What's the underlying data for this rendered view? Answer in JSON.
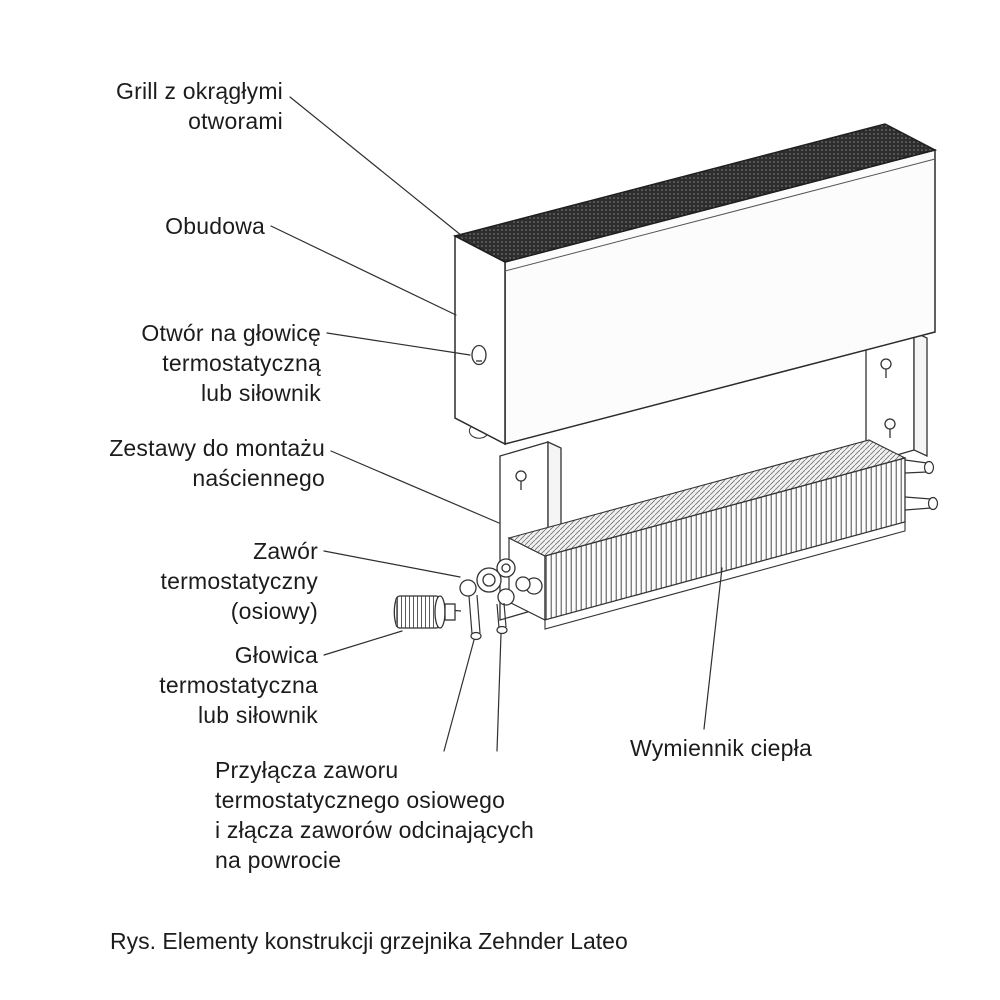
{
  "figure": {
    "caption": "Rys. Elementy konstrukcji grzejnika Zehnder Lateo"
  },
  "labels": {
    "grill": {
      "lines": [
        "Grill z okrągłymi",
        "otworami"
      ]
    },
    "obudowa": {
      "lines": [
        "Obudowa"
      ]
    },
    "otwor": {
      "lines": [
        "Otwór na głowicę",
        "termostatyczną",
        "lub siłownik"
      ]
    },
    "zestawy": {
      "lines": [
        "Zestawy do montażu",
        "naściennego"
      ]
    },
    "zawor": {
      "lines": [
        "Zawór",
        "termostatyczny",
        "(osiowy)"
      ]
    },
    "glowica": {
      "lines": [
        "Głowica",
        "termostatyczna",
        "lub siłownik"
      ]
    },
    "przylacza": {
      "lines": [
        "Przyłącza zaworu",
        "termostatycznego osiowego",
        "i złącza zaworów odcinających",
        "na powrocie"
      ]
    },
    "wymiennik": {
      "lines": [
        "Wymiennik ciepła"
      ]
    }
  },
  "colors": {
    "ink": "#1c1c1c",
    "line": "#2f2f2f",
    "grille": "#2d2d2d"
  }
}
